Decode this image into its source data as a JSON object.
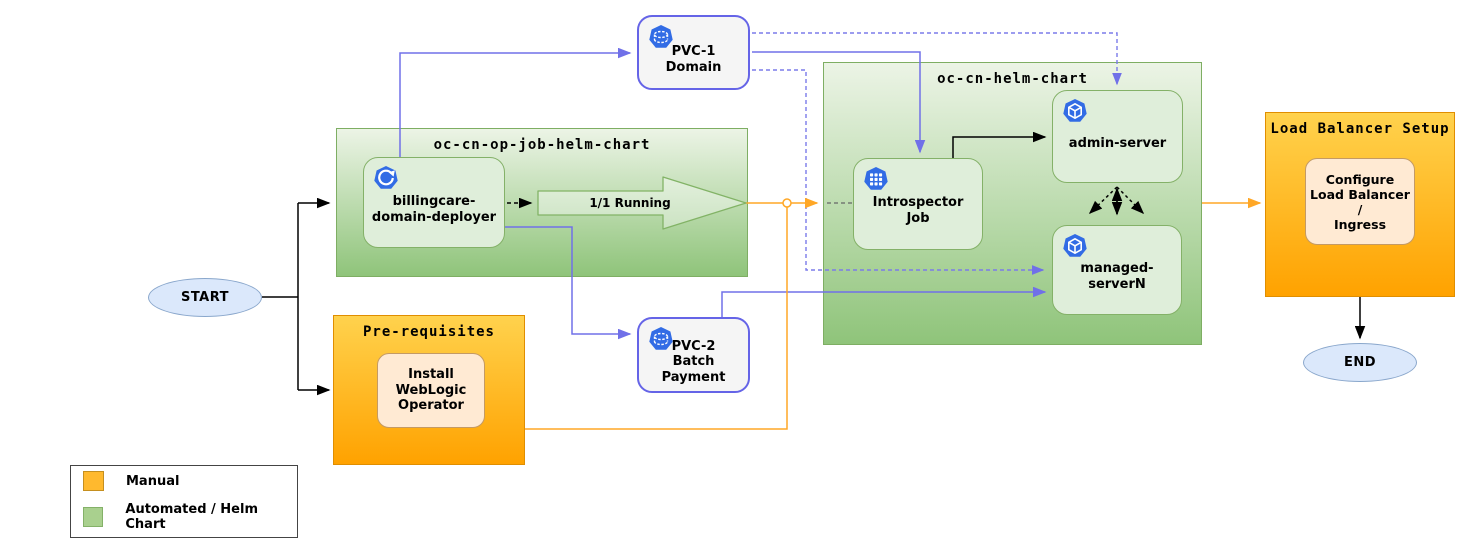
{
  "diagram": {
    "start_label": "START",
    "end_label": "END",
    "status_arrow_label": "1/1 Running",
    "containers": {
      "op_job": {
        "title": "oc-cn-op-job-helm-chart",
        "type": "automated"
      },
      "helm": {
        "title": "oc-cn-helm-chart",
        "type": "automated"
      },
      "prereq": {
        "title": "Pre-requisites",
        "type": "manual"
      },
      "lb": {
        "title": "Load Balancer Setup",
        "type": "manual"
      }
    },
    "nodes": {
      "billingcare": {
        "lines": [
          "billingcare-",
          "domain-deployer"
        ],
        "icon": "deployment-icon"
      },
      "pvc1": {
        "lines": [
          "PVC-1",
          "Domain"
        ],
        "icon": "pvc-icon"
      },
      "pvc2": {
        "lines": [
          "PVC-2",
          "Batch Payment"
        ],
        "icon": "pvc-icon"
      },
      "install_weblogic": {
        "lines": [
          "Install",
          "WebLogic",
          "Operator"
        ]
      },
      "introspector": {
        "lines": [
          "Introspector",
          "Job"
        ],
        "icon": "job-icon"
      },
      "admin": {
        "lines": [
          "admin-server"
        ],
        "icon": "pod-icon"
      },
      "managed": {
        "lines": [
          "managed-serverN"
        ],
        "icon": "pod-icon"
      },
      "configure_lb": {
        "lines": [
          "Configure",
          "Load Balancer",
          "/",
          "Ingress"
        ]
      }
    }
  },
  "legend": {
    "items": [
      {
        "label": "Manual",
        "color": "#FFB92E"
      },
      {
        "label": "Automated / Helm Chart",
        "color": "#A9D08E"
      }
    ]
  },
  "colors": {
    "manual_top": "#FFD24D",
    "manual_bottom": "#FFA200",
    "automated_top": "#ECF4E6",
    "automated_bottom": "#8FC47A",
    "node_green": "#DFEEDA",
    "node_gray": "#F5F5F5",
    "node_cream": "#FFEAD3",
    "blue_line": "#7070E8",
    "orange_line": "#FFA726",
    "k8s_icon_blue": "#326CE5",
    "terminator_fill": "#DBE8FB"
  }
}
